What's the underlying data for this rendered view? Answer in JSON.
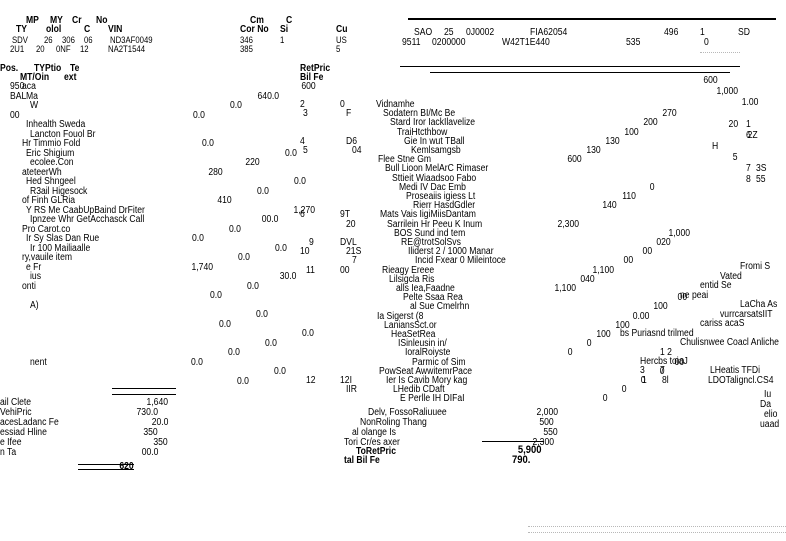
{
  "left_header": {
    "row1": [
      "MP",
      "MY",
      "Cr",
      "No"
    ],
    "row2": [
      "TY",
      "olol",
      "C",
      "VIN"
    ],
    "row3": [
      "SDV",
      "26",
      "306",
      "06",
      "ND3AF0049"
    ],
    "row4": [
      "2U1",
      "20",
      "0NF",
      "12",
      "NA2T1544"
    ],
    "mid_row1": [
      "Cm",
      "C"
    ],
    "mid_row2": [
      "Cor No",
      "Si",
      "Cu"
    ],
    "mid_row3": [
      "346",
      "1",
      "US"
    ],
    "mid_row4": [
      "385",
      "5"
    ]
  },
  "right_header": {
    "row1": [
      "SAO",
      "25",
      "0J0002",
      "FIA62054",
      "496",
      "1",
      "SD"
    ],
    "row2": [
      "9511",
      "0200000",
      "W42T1E440",
      "535",
      "0"
    ]
  },
  "left_col_headers": [
    "Pos.",
    "TYPtio",
    "Te",
    "MT/Oin",
    "ext"
  ],
  "left_mid_headers": [
    "RetPric",
    "Bil Fe"
  ],
  "left_rows": [
    {
      "code": "950",
      "desc": "aca",
      "amt": "600"
    },
    {
      "code": "BAL",
      "desc": "Ma",
      "amt": "640.0"
    },
    {
      "code": "",
      "desc": "W",
      "amt": "0.0"
    },
    {
      "code": "00",
      "desc": "",
      "amt": "0.0"
    },
    {
      "code": "",
      "desc": "Inhealth Sweda",
      "amt": ""
    },
    {
      "code": "",
      "desc": "Lancton Fouol Br",
      "amt": ""
    },
    {
      "code": "",
      "desc": "Hr Timmio Fold",
      "amt": "0.0"
    },
    {
      "code": "",
      "desc": "Eric Shigium",
      "amt": "0.0"
    },
    {
      "code": "",
      "desc": "ecolee.Con",
      "amt": "220"
    },
    {
      "code": "",
      "desc": "ateteerWh",
      "amt": "280"
    },
    {
      "code": "",
      "desc": "Hed Shngeel",
      "amt": "0.0"
    },
    {
      "code": "",
      "desc": "R3ail Higesock",
      "amt": "0.0"
    },
    {
      "code": "",
      "desc": "of Finh GLRia",
      "amt": "410"
    },
    {
      "code": "",
      "desc": "Y RS Me CaabUpBaind DrFiter",
      "amt": "1,270"
    },
    {
      "code": "",
      "desc": "Ipnzee Whr GetAcchasck Call",
      "amt": "00.0"
    },
    {
      "code": "",
      "desc": "Pro Carot.co",
      "amt": "0.0"
    },
    {
      "code": "",
      "desc": "Ir Sy Slas Dan Rue",
      "amt": "0.0"
    },
    {
      "code": "",
      "desc": "Ir 100 Mailiaalle",
      "amt": "0.0"
    },
    {
      "code": "",
      "desc": "ry,vauile item",
      "amt": "0.0"
    },
    {
      "code": "",
      "desc": "e Fr",
      "amt": "1,740"
    },
    {
      "code": "",
      "desc": "ius",
      "amt": "30.0"
    },
    {
      "code": "",
      "desc": "onti",
      "amt": "0.0"
    },
    {
      "code": "",
      "desc": "",
      "amt": "0.0"
    },
    {
      "code": "",
      "desc": "A)",
      "amt": ""
    },
    {
      "code": "",
      "desc": "",
      "amt": "0.0"
    },
    {
      "code": "",
      "desc": "",
      "amt": "0.0"
    },
    {
      "code": "",
      "desc": "",
      "amt": "0.0"
    },
    {
      "code": "",
      "desc": "",
      "amt": "0.0"
    },
    {
      "code": "",
      "desc": "",
      "amt": "0.0"
    },
    {
      "code": "",
      "desc": "nent",
      "amt": "0.0"
    },
    {
      "code": "",
      "desc": "",
      "amt": "0.0"
    },
    {
      "code": "",
      "desc": "",
      "amt": "0.0"
    }
  ],
  "left_totals": [
    {
      "label": "ail Clete",
      "amt": "1,640"
    },
    {
      "label": "VehiPric",
      "amt": "730.0"
    },
    {
      "label": "acesLadanc Fe",
      "amt": "20.0"
    },
    {
      "label": "essiad Hline",
      "amt": "350"
    },
    {
      "label": "e Ifee",
      "amt": "350"
    },
    {
      "label": "n Ta",
      "amt": "00.0"
    }
  ],
  "left_grand_total": "620",
  "center_rows": [
    {
      "qty": "2",
      "code": "0",
      "desc": "Vidnamhe",
      "amt": ""
    },
    {
      "qty": "3",
      "code": "F",
      "desc": "Sodatern BI/Mc Be",
      "amt": "270"
    },
    {
      "qty": "",
      "code": "",
      "desc": "Stard Iror IackIlavelize",
      "amt": "200"
    },
    {
      "qty": "",
      "code": "",
      "desc": "TraiHtcthbow",
      "amt": "100"
    },
    {
      "qty": "4",
      "code": "D6",
      "desc": "Gie In wut TBall",
      "amt": "130"
    },
    {
      "qty": "5",
      "code": "04",
      "desc": "Kemlsamgsb",
      "amt": "130"
    },
    {
      "qty": "",
      "code": "",
      "desc": "Flee Stne Gm",
      "amt": "600"
    },
    {
      "qty": "",
      "code": "",
      "desc": "Bull Lioon MelArC Rimaser",
      "amt": ""
    },
    {
      "qty": "",
      "code": "",
      "desc": "Sttieit Wiaadsoo Fabo",
      "amt": ""
    },
    {
      "qty": "",
      "code": "",
      "desc": "Medi IV Dac Emb",
      "amt": "0"
    },
    {
      "qty": "",
      "code": "",
      "desc": "Proseaiis igiess Lt",
      "amt": "110"
    },
    {
      "qty": "",
      "code": "",
      "desc": "Rierr HasdGdler",
      "amt": "140"
    },
    {
      "qty": "6",
      "code": "9T",
      "desc": "Mats Vais IigiMiisDantam",
      "amt": ""
    },
    {
      "qty": "",
      "code": "20",
      "desc": "Sarrilein Hr Peeu K Inum",
      "amt": "2,300"
    },
    {
      "qty": "",
      "code": "",
      "desc": "BOS Sund ind tem",
      "amt": "1,000"
    },
    {
      "qty": "9",
      "code": "DVL",
      "desc": "RE@trotSolSvs",
      "amt": "020"
    },
    {
      "qty": "10",
      "code": "21S",
      "desc": "Iliderst 2 / 1000 Manar",
      "amt": "00"
    },
    {
      "qty": "",
      "code": "7",
      "desc": "Incid Fxear 0 Mileintoce",
      "amt": "00"
    },
    {
      "qty": "11",
      "code": "00",
      "desc": "Rieagy Ereee",
      "amt": "1,100"
    },
    {
      "qty": "",
      "code": "",
      "desc": "Lilsigcla Ris",
      "amt": "040"
    },
    {
      "qty": "",
      "code": "",
      "desc": "alls Iea,Faadne",
      "amt": "1,100"
    },
    {
      "qty": "",
      "code": "",
      "desc": "Pelte Ssaa Rea",
      "amt": "00"
    },
    {
      "qty": "",
      "code": "",
      "desc": "al Sue Cmelrhn",
      "amt": "100"
    },
    {
      "qty": "",
      "code": "",
      "desc": "Ia Sigerst (8",
      "amt": "0.00"
    },
    {
      "qty": "",
      "code": "",
      "desc": "LaniansSct.or",
      "amt": "100"
    },
    {
      "qty": "",
      "code": "",
      "desc": "HeaSetRea",
      "amt": "100"
    },
    {
      "qty": "",
      "code": "",
      "desc": "ISinleusin in/",
      "amt": "0"
    },
    {
      "qty": "",
      "code": "",
      "desc": "IoralRoiyste",
      "amt": "0"
    },
    {
      "qty": "",
      "code": "",
      "desc": "Parmic of Sim",
      "amt": "00"
    },
    {
      "qty": "",
      "code": "",
      "desc": "PowSeat AwwitemrPace",
      "amt": "0"
    },
    {
      "qty": "12",
      "code": "12I",
      "desc": "Ier Is Cavib Mory kag",
      "amt": "0"
    },
    {
      "qty": "",
      "code": "IIR",
      "desc": "LHedib CDaft",
      "amt": "0"
    },
    {
      "qty": "",
      "code": "",
      "desc": "E Perlle IH DIFaI",
      "amt": "0"
    }
  ],
  "center_totals": [
    {
      "label": "Delv, FossoRaliuuee",
      "amt": "2,000"
    },
    {
      "label": "NonRoling Thang",
      "amt": "500"
    },
    {
      "label": "al olange Is",
      "amt": "550"
    },
    {
      "label": "Tori Cr/es axer",
      "amt": "2,300"
    }
  ],
  "center_grand": {
    "label1": "ToRetPric",
    "label2": "tal Bil Fe",
    "amt1": "5,900",
    "amt2": "790."
  },
  "right_rows": [
    {
      "qty": "",
      "code": "",
      "desc": "",
      "amt": "600"
    },
    {
      "qty": "",
      "code": "",
      "desc": "",
      "amt": "1,000"
    },
    {
      "qty": "",
      "code": "",
      "desc": "",
      "amt": "1.00"
    },
    {
      "qty": "",
      "code": "",
      "desc": "",
      "amt": ""
    },
    {
      "qty": "1",
      "code": "",
      "desc": "",
      "amt": "20"
    },
    {
      "qty": "6",
      "code": "",
      "desc": "",
      "amt": "2Z"
    },
    {
      "qty": "",
      "code": "",
      "desc": "",
      "amt": "H"
    },
    {
      "qty": "",
      "code": "",
      "desc": "",
      "amt": "5"
    },
    {
      "qty": "7",
      "code": "3S",
      "desc": "",
      "amt": ""
    },
    {
      "qty": "8",
      "code": "55",
      "desc": "",
      "amt": ""
    }
  ],
  "right_side_text": [
    "Fromi S",
    "Vated",
    "entid Se",
    "ne peai",
    "LaCha As",
    "vurrcarsatsIIT",
    "cariss acaS",
    "bs Puriasnd trilmed",
    "Chulisnwee Coacl Anliche",
    "1 2",
    "Hercbs toiaJ"
  ],
  "right_bottom_rows": [
    {
      "qty": "3",
      "code": "7",
      "desc": "LHeatis TFDi",
      "amt": ""
    },
    {
      "qty": "1",
      "code": "8l",
      "desc": "LDOTaligncl.CS4",
      "amt": ""
    }
  ],
  "right_bottom_text": [
    "Iu",
    "Da",
    "elio",
    "uaad"
  ]
}
